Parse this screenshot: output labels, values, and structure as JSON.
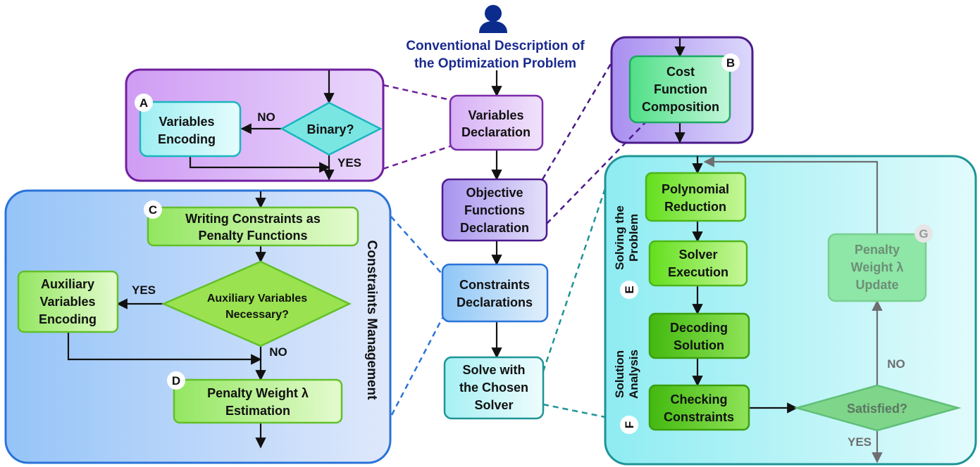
{
  "header": {
    "title_line1": "Conventional Description of",
    "title_line2": "the Optimization Problem"
  },
  "main_flow": {
    "variables": [
      "Variables",
      "Declaration"
    ],
    "objective": [
      "Objective",
      "Functions",
      "Declaration"
    ],
    "constraints": [
      "Constraints",
      "Declarations"
    ],
    "solve": [
      "Solve with",
      "the Chosen",
      "Solver"
    ]
  },
  "panel_a": {
    "badge": "A",
    "encoding": [
      "Variables",
      "Encoding"
    ],
    "decision": "Binary?",
    "no": "NO",
    "yes": "YES"
  },
  "panel_b": {
    "badge": "B",
    "composition": [
      "Cost",
      "Function",
      "Composition"
    ]
  },
  "panel_constraints": {
    "side_title": "Constraints Management",
    "badge_c": "C",
    "badge_d": "D",
    "writing": [
      "Writing Constraints as",
      "Penalty Functions"
    ],
    "aux_encoding": [
      "Auxiliary",
      "Variables",
      "Encoding"
    ],
    "decision": [
      "Auxiliary Variables",
      "Necessary?"
    ],
    "yes": "YES",
    "no": "NO",
    "estimation": [
      "Penalty Weight λ",
      "Estimation"
    ]
  },
  "panel_solve": {
    "badge_e": "E",
    "badge_f": "F",
    "badge_g": "G",
    "label_e": [
      "Solving the",
      "Problem"
    ],
    "label_f": [
      "Solution",
      "Analysis"
    ],
    "polynomial": [
      "Polynomial",
      "Reduction"
    ],
    "solver": [
      "Solver",
      "Execution"
    ],
    "decoding": [
      "Decoding",
      "Solution"
    ],
    "checking": [
      "Checking",
      "Constraints"
    ],
    "satisfied": "Satisfied?",
    "update": [
      "Penalty",
      "Weight λ",
      "Update"
    ],
    "no": "NO",
    "yes": "YES"
  },
  "colors": {
    "user_icon": "#0b2c8c",
    "title_text": "#1a2a8f",
    "cyan_box": "#c4f6f8",
    "green_box": "#b6f28a",
    "dark_green_box": "#5cd626",
    "purple_panel": "#d8b8f6",
    "blue_panel": "#a8d0f8",
    "cyan_panel": "#98eef2"
  }
}
